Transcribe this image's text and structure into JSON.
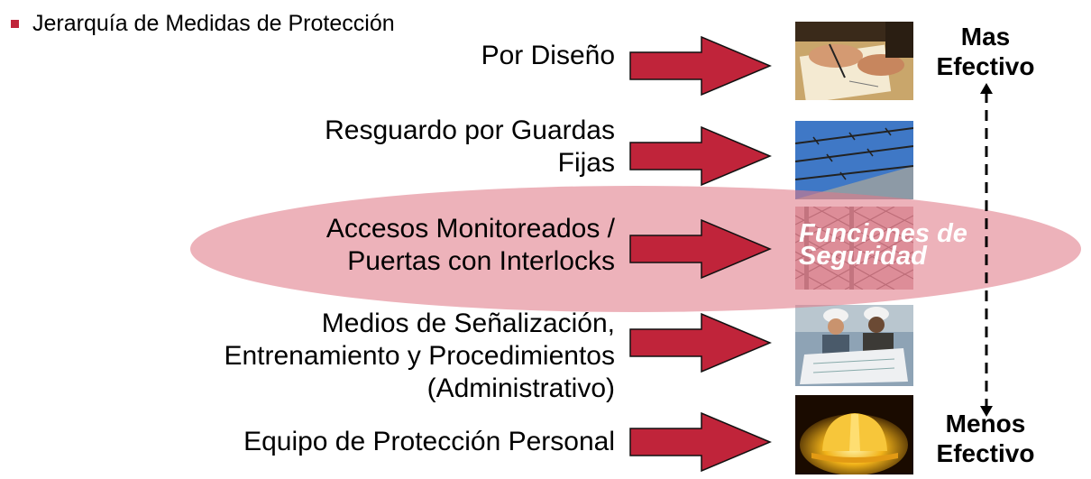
{
  "header": {
    "text": "Jerarquía de Medidas de Protección"
  },
  "measures": [
    {
      "lines": [
        "Por Diseño"
      ]
    },
    {
      "lines": [
        "Resguardo por Guardas",
        "Fijas"
      ]
    },
    {
      "lines": [
        "Accesos Monitoreados /",
        "Puertas con Interlocks"
      ]
    },
    {
      "lines": [
        "Medios de Señalización,",
        "Entrenamiento y Procedimientos",
        "(Administrativo)"
      ]
    },
    {
      "lines": [
        "Equipo de Protección Personal"
      ]
    }
  ],
  "highlight": {
    "lines": [
      "Funciones de",
      "Seguridad"
    ]
  },
  "effectiveness": {
    "top": [
      "Mas",
      "Efectivo"
    ],
    "bottom": [
      "Menos",
      "Efectivo"
    ]
  },
  "photos": [
    {
      "icon": "hands-writing-design-icon"
    },
    {
      "icon": "barbed-wire-fence-icon"
    },
    {
      "icon": "chain-link-fence-icon"
    },
    {
      "icon": "workers-reviewing-plans-icon"
    },
    {
      "icon": "hard-hat-icon"
    }
  ],
  "colors": {
    "arrow": "#c0243a",
    "ellipse": "#e07a88",
    "bullet": "#c0243a"
  }
}
